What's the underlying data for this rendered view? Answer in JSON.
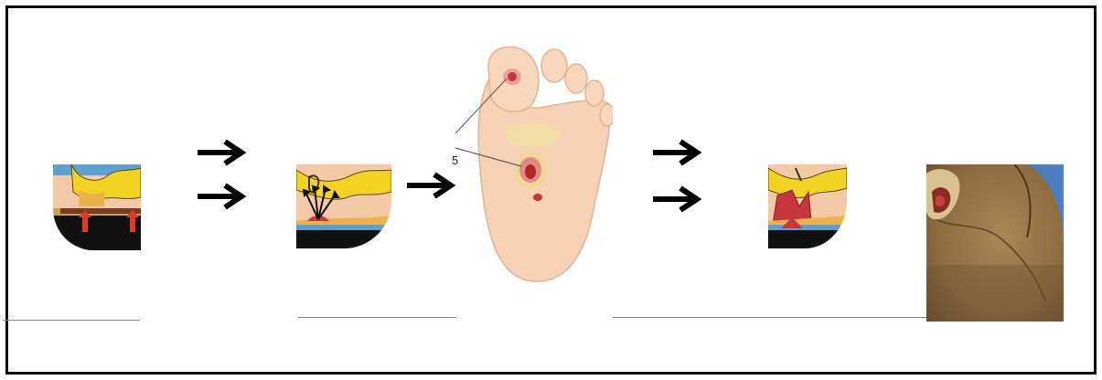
{
  "diagram": {
    "stage_labels": [],
    "callout_label": "5",
    "colors": {
      "frame": "#000000",
      "skin": "#f3c9a8",
      "bone_yellow": "#f2d321",
      "callus": "#e9b24a",
      "wound_red": "#c8373b",
      "sole_dark": "#111111",
      "pressure_arrow": "#e03a2a",
      "photo_skin": "#9b7a4a"
    },
    "stages": [
      {
        "name": "pressure-on-sole",
        "icon": "pressure-cross-section"
      },
      {
        "name": "callus-formation",
        "icon": "callus-cross-section"
      },
      {
        "name": "plantar-ulcer-illustration",
        "icon": "foot-sole-illustration"
      },
      {
        "name": "deep-tissue-damage",
        "icon": "ulcer-cross-section"
      },
      {
        "name": "clinical-photo",
        "icon": "foot-ulcer-photo"
      }
    ]
  }
}
